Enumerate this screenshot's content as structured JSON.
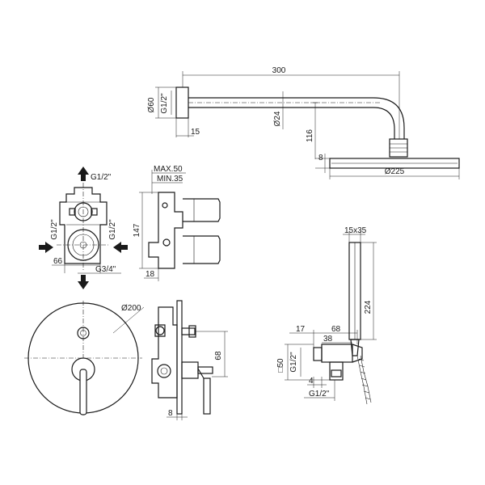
{
  "shower_arm": {
    "length": "300",
    "flange_dia": "Ø60",
    "thread": "G1/2\"",
    "flange_depth": "15",
    "arm_dia": "Ø24",
    "drop": "116",
    "head_thickness": "8",
    "head_dia": "Ø225"
  },
  "valve_front": {
    "top_thread": "G1/2\"",
    "left_thread": "G1/2\"",
    "right_thread": "G1/2\"",
    "bottom_thread": "G3/4\"",
    "width": "66"
  },
  "valve_side": {
    "max_depth": "MAX.50",
    "min_depth": "MIN.35",
    "height": "147",
    "base": "18"
  },
  "trim": {
    "plate_dia": "Ø200",
    "handle_length": "68",
    "plate_thickness": "8"
  },
  "hand_shower": {
    "head_size": "15x35",
    "length": "224",
    "offset": "17",
    "bracket_width": "68",
    "bracket_depth": "38",
    "outlet_size": "□50",
    "thread": "G1/2\"",
    "wall_gap": "4",
    "bottom_thread": "G1/2\""
  }
}
